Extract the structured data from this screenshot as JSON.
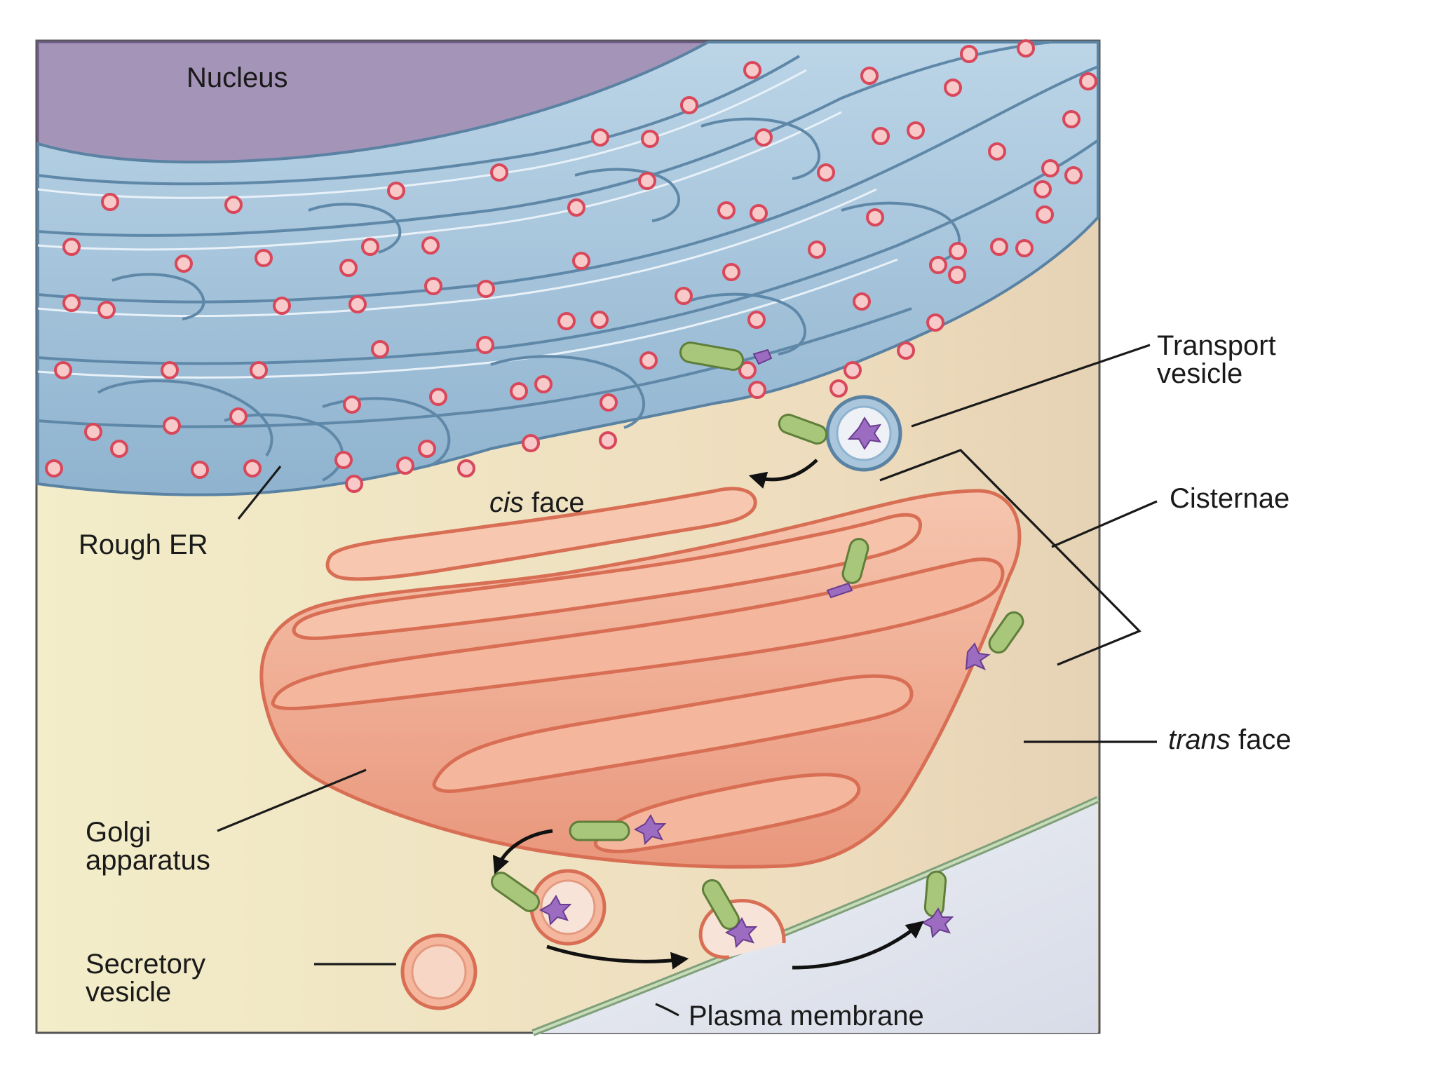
{
  "labels": {
    "nucleus": "Nucleus",
    "rough_er": "Rough ER",
    "transport_vesicle": [
      "Transport",
      "vesicle"
    ],
    "cisternae": "Cisternae",
    "cis_face": {
      "italic": "cis",
      "rest": " face"
    },
    "trans_face": {
      "italic": "trans",
      "rest": " face"
    },
    "golgi": [
      "Golgi",
      "apparatus"
    ],
    "secretory_vesicle": [
      "Secretory",
      "vesicle"
    ],
    "plasma_membrane": "Plasma membrane"
  },
  "colors": {
    "nucleus": "#a494b8",
    "er_fill": "#a9c6dc",
    "er_dark": "#6f97b5",
    "ribosome": "#d9475a",
    "cytoplasm": "#efe6c2",
    "golgi_fill": "#f2b39a",
    "golgi_dark": "#e48f74",
    "protein_green": "#a9c77a",
    "protein_purple": "#9b6cc0",
    "extracellular": "#e2e5ee"
  }
}
